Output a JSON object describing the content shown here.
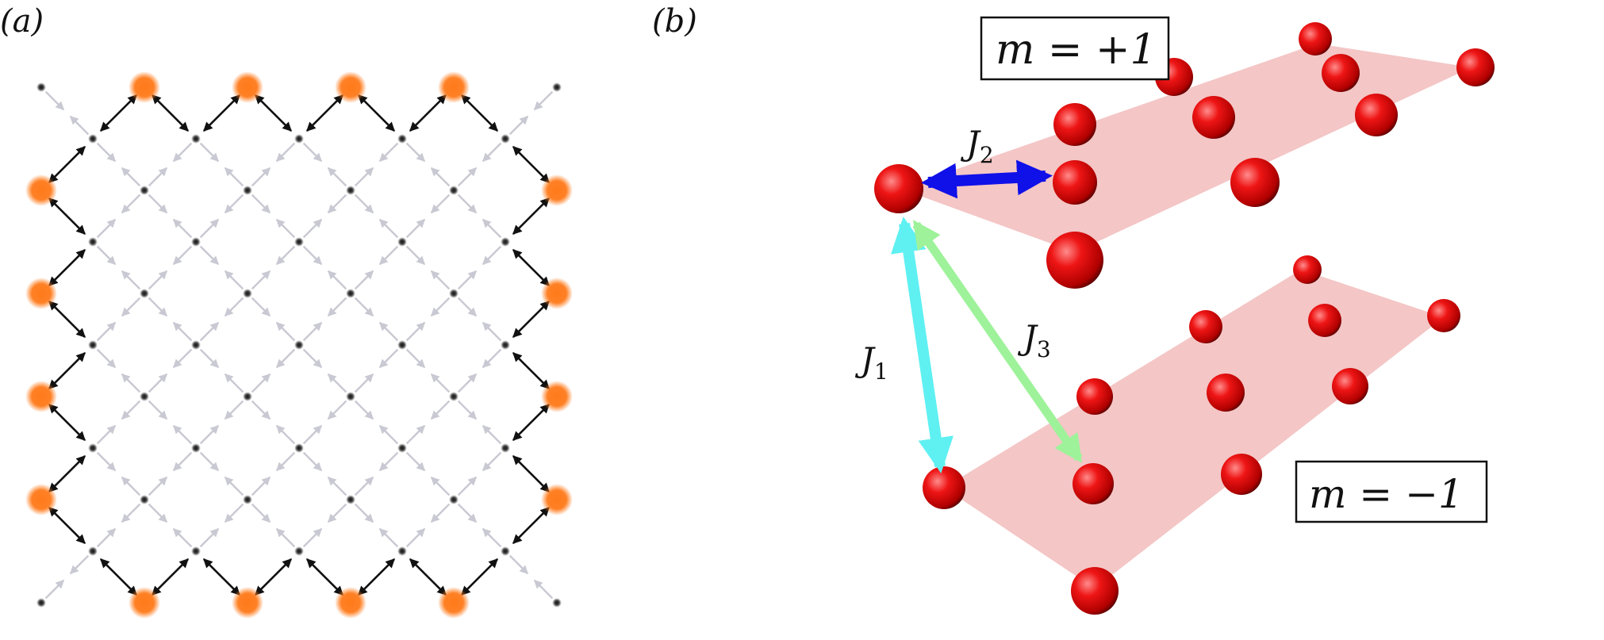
{
  "panel_labels": {
    "a": "(a)",
    "b": "(b)"
  },
  "panel_b": {
    "upper_layer_label": "m = +1",
    "lower_layer_label": "m = −1",
    "couplings": {
      "j1": "J1",
      "j2": "J2",
      "j3": "J3"
    }
  },
  "colors": {
    "site": "#222222",
    "gray_arrow": "#c9c9d3",
    "edge_arrow": "#111111",
    "green_node": "#3ea52a",
    "orange_node": "#ff7a1a",
    "plane": "#f2bcbc",
    "sphere": "#e10a0a",
    "j1": "#5ff0f2",
    "j2": "#1010e8",
    "j3": "#9ef29a"
  }
}
